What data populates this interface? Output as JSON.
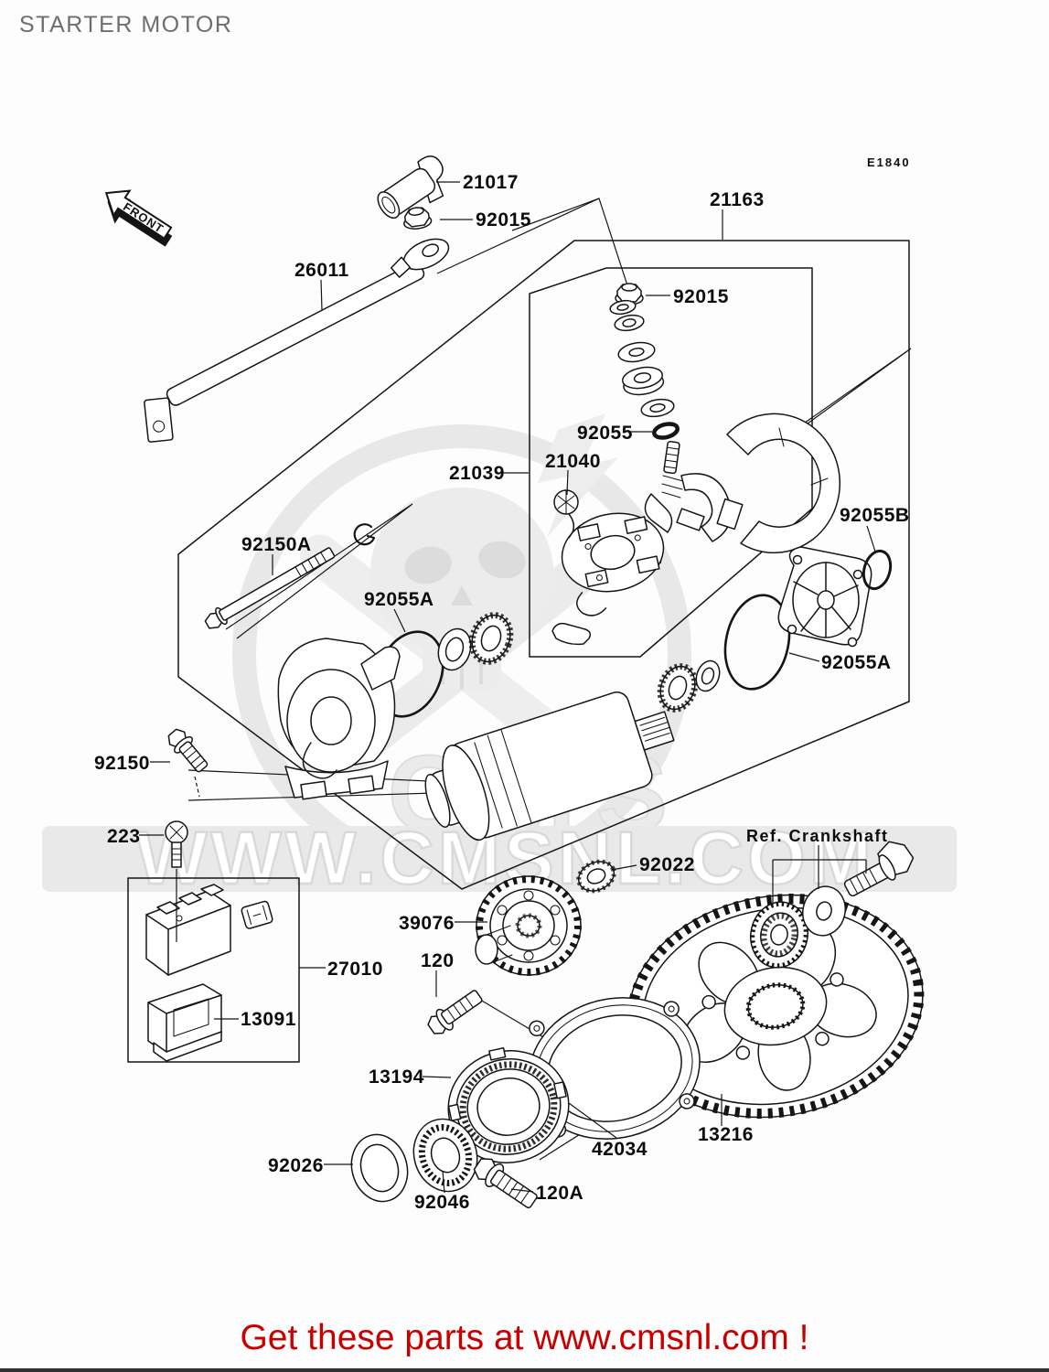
{
  "header": {
    "title": "STARTER MOTOR"
  },
  "diagram": {
    "code": "E1840",
    "front_label": "FRONT",
    "ref_label": "Ref. Crankshaft",
    "part_labels": {
      "p21017": "21017",
      "p92015_top": "92015",
      "p26011": "26011",
      "p21163": "21163",
      "p92015_mid": "92015",
      "p92055": "92055",
      "p21040": "21040",
      "p21039": "21039",
      "p92055b": "92055B",
      "p92150a": "92150A",
      "p92055a_left": "92055A",
      "p92055a_right": "92055A",
      "p92150": "92150",
      "p223": "223",
      "p92022": "92022",
      "p39076": "39076",
      "p120": "120",
      "p27010": "27010",
      "p13091": "13091",
      "p13194": "13194",
      "p42034": "42034",
      "p13216": "13216",
      "p92026": "92026",
      "p92046": "92046",
      "p120a": "120A"
    }
  },
  "watermark": {
    "brand": "CMS",
    "url_text": "WWW.CMSNL.COM"
  },
  "footer": {
    "promo": "Get these parts at www.cmsnl.com !"
  },
  "colors": {
    "promo_red": "#c90000",
    "title_gray": "#6e6e6e",
    "line_black": "#151515",
    "watermark_gray": "#e7e7e7",
    "background": "#fdfdfd"
  }
}
